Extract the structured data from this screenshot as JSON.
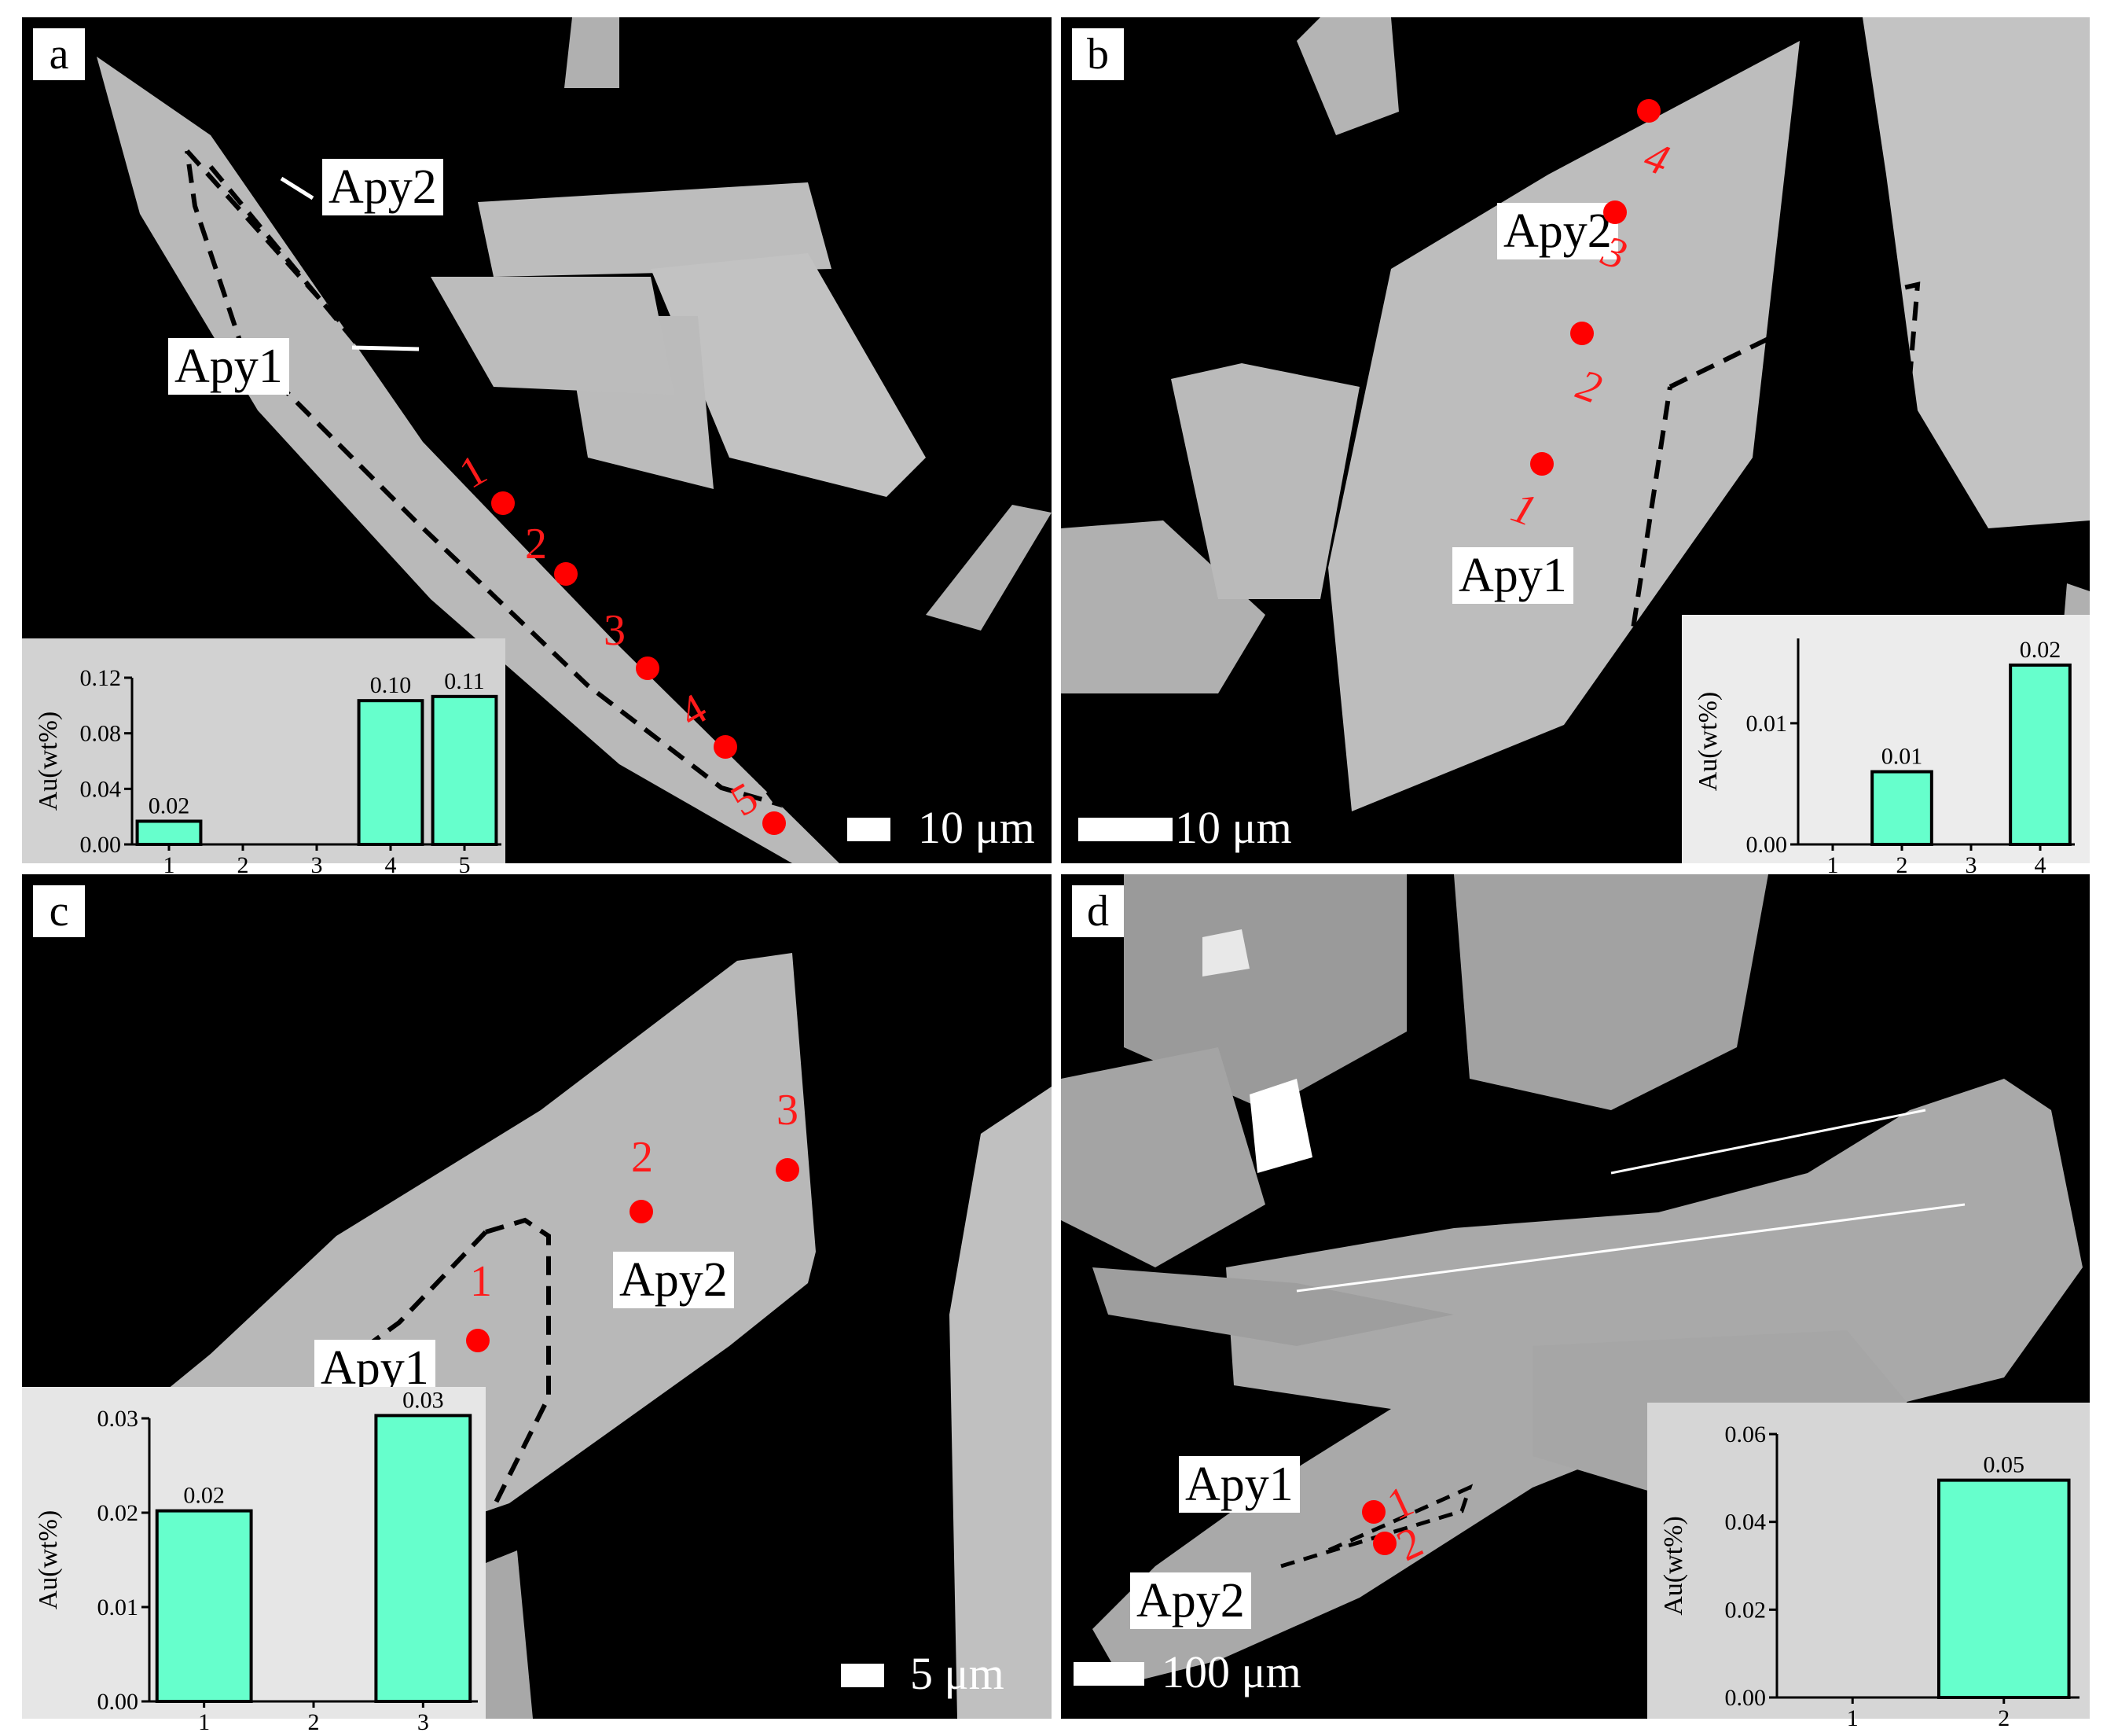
{
  "panels": {
    "a": {
      "tag": "a",
      "labels": {
        "apy2": "Apy2",
        "apy1": "Apy1"
      },
      "points": [
        "1",
        "2",
        "3",
        "4",
        "5"
      ],
      "scale": "10 μm",
      "colors": {
        "bar": "#66ffcc",
        "point": "#ff0000"
      }
    },
    "b": {
      "tag": "b",
      "labels": {
        "apy2": "Apy2",
        "apy1": "Apy1"
      },
      "points": [
        "1",
        "2",
        "3",
        "4"
      ],
      "scale": "10 μm"
    },
    "c": {
      "tag": "c",
      "labels": {
        "apy2": "Apy2",
        "apy1": "Apy1"
      },
      "points": [
        "1",
        "2",
        "3"
      ],
      "scale": "5 μm"
    },
    "d": {
      "tag": "d",
      "labels": {
        "apy2": "Apy2",
        "apy1": "Apy1"
      },
      "points": [
        "1",
        "2"
      ],
      "scale": "100 μm"
    }
  },
  "chart_data": [
    {
      "type": "bar",
      "panel": "a",
      "categories": [
        "1",
        "2",
        "3",
        "4",
        "5"
      ],
      "values": [
        0.0167,
        0,
        0,
        0.1035,
        0.1065
      ],
      "data_labels": [
        "0.02",
        "",
        "",
        "0.10",
        "0.11"
      ],
      "ylabel": "Au(wt%)",
      "yticks": [
        "0.00",
        "0.04",
        "0.08",
        "0.12"
      ],
      "ylim": [
        0,
        0.12
      ]
    },
    {
      "type": "bar",
      "panel": "b",
      "categories": [
        "1",
        "2",
        "3",
        "4"
      ],
      "values": [
        0,
        0.006,
        0,
        0.0148
      ],
      "data_labels": [
        "",
        "0.01",
        "",
        "0.02"
      ],
      "ylabel": "Au(wt%)",
      "yticks": [
        "0.00",
        "0.01"
      ],
      "ylim": [
        0,
        0.017
      ]
    },
    {
      "type": "bar",
      "panel": "c",
      "categories": [
        "1",
        "2",
        "3"
      ],
      "values": [
        0.0202,
        0,
        0.0303
      ],
      "data_labels": [
        "0.02",
        "",
        "0.03"
      ],
      "ylabel": "Au(wt%)",
      "yticks": [
        "0.00",
        "0.01",
        "0.02",
        "0.03"
      ],
      "ylim": [
        0,
        0.03
      ]
    },
    {
      "type": "bar",
      "panel": "d",
      "categories": [
        "1",
        "2"
      ],
      "values": [
        0,
        0.0495
      ],
      "data_labels": [
        "",
        "0.05"
      ],
      "ylabel": "Au(wt%)",
      "yticks": [
        "0.00",
        "0.02",
        "0.04",
        "0.06"
      ],
      "ylim": [
        0,
        0.06
      ]
    }
  ]
}
